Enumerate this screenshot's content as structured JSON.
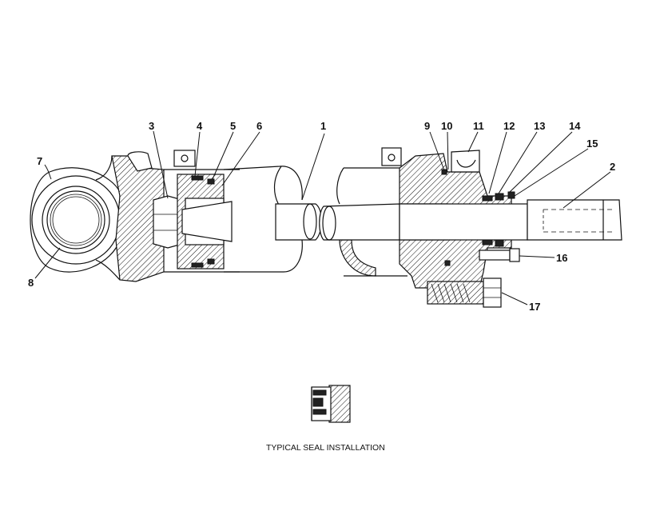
{
  "figure": {
    "caption": "TYPICAL SEAL INSTALLATION"
  },
  "callouts": {
    "c1": "1",
    "c2": "2",
    "c3": "3",
    "c4": "4",
    "c5": "5",
    "c6": "6",
    "c7": "7",
    "c8": "8",
    "c9": "9",
    "c10": "10",
    "c11": "11",
    "c12": "12",
    "c13": "13",
    "c14": "14",
    "c15": "15",
    "c16": "16",
    "c17": "17"
  }
}
